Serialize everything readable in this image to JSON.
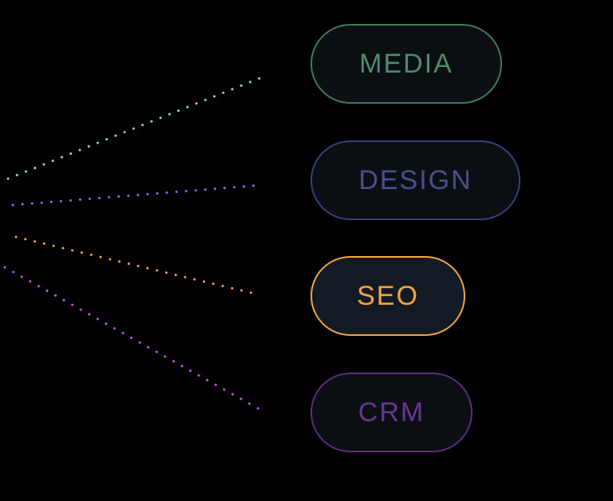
{
  "categories": [
    {
      "id": "media",
      "label": "MEDIA",
      "border_color": "#3d7a5a",
      "text_color": "#4f8a68",
      "line_color": "#7fe0b0",
      "active": false
    },
    {
      "id": "design",
      "label": "DESIGN",
      "border_color": "#3a3f7a",
      "text_color": "#4a4f8c",
      "line_color": "#6f78e8",
      "active": false
    },
    {
      "id": "seo",
      "label": "SEO",
      "border_color": "#f0a542",
      "text_color": "#f0a542",
      "line_color": "#f0a542",
      "active": true
    },
    {
      "id": "crm",
      "label": "CRM",
      "border_color": "#5c2c7a",
      "text_color": "#6a3590",
      "line_color": "#c44ff0",
      "active": false
    }
  ]
}
